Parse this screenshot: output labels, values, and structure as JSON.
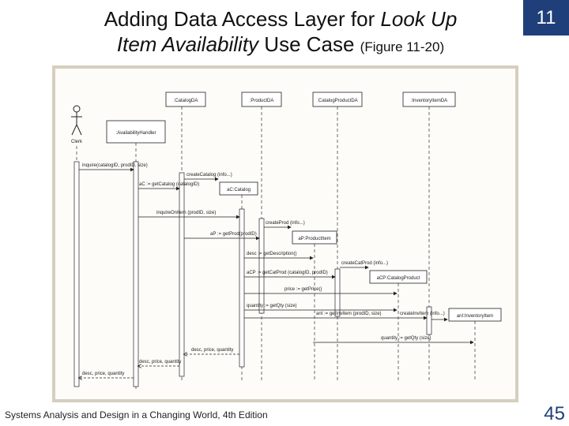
{
  "slide": {
    "title_part1": "Adding Data Access Layer for ",
    "title_italic1": "Look Up",
    "title_italic2": "Item Availability",
    "title_part2": " Use Case ",
    "title_figure": "(Figure 11-20)",
    "chapter_number": "11",
    "footer": "Systems Analysis and Design in a Changing World, 4th Edition",
    "page_number": "45",
    "colors": {
      "badge": "#1f3f7a",
      "figure_border": "#d6cebf"
    }
  },
  "diagram": {
    "actor": "Clerk",
    "lifelines": {
      "handler": ":AvailabilityHandler",
      "catalog_da": ":CatalogDA",
      "product_da": ":ProductDA",
      "catprod_da": ":CatalogProductDA",
      "inv_da": ":InventoryItemDA",
      "acatalog": "aC:Catalog",
      "aproduct": "aP:ProductItem",
      "acatprod": "aCP:CatalogProduct",
      "ainv": "anI:InventoryItem"
    },
    "messages": {
      "m1": "inquire(catalogID, prodID, size)",
      "m2": "createCatalog (info...)",
      "m3": "aC := getCatalog (catalogID)",
      "m4": "inquireOnItem (prodID, size)",
      "m5": "createProd (info...)",
      "m6": "aP := getProd(prodID)",
      "m7": "desc := getDescription()",
      "m8": "createCatProd (info...)",
      "m9": "aCP := getCatProd (catalogID, prodID)",
      "m10": "price := getPrice()",
      "m11": "quantity := getQty (size)",
      "m12": "anI := getInvItem (prodID, size)",
      "m13": "createInvItem (info...)",
      "m14": "quantity := getQty (size)",
      "r1": "desc, price, quantity",
      "r2": "desc, price, quantity",
      "r3": "desc, price, quantity"
    }
  }
}
